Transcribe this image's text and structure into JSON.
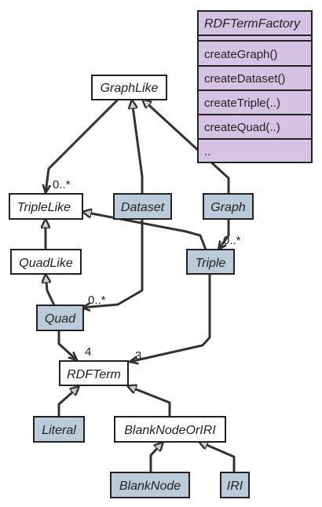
{
  "colors": {
    "class_fill": "#ffffff",
    "impl_fill": "#bccbd9",
    "factory_fill": "#d6c2e2",
    "border": "#222222",
    "edge": "#333333"
  },
  "nodes": {
    "graphlike": "GraphLike",
    "triplelike": "TripleLike",
    "dataset": "Dataset",
    "graph": "Graph",
    "quadlike": "QuadLike",
    "triple": "Triple",
    "quad": "Quad",
    "rdfterm": "RDFTerm",
    "literal": "Literal",
    "blanknodeoriri": "BlankNodeOrIRI",
    "blanknode": "BlankNode",
    "iri": "IRI"
  },
  "factory": {
    "title": "RDFTermFactory",
    "methods": [
      "createGraph()",
      "createDataset()",
      "createTriple(..)",
      "createQuad(..)",
      ".."
    ]
  },
  "multiplicities": {
    "graphlike_triplelike": "0..*",
    "graph_triple": "0..*",
    "dataset_quad": "0..*",
    "quad_rdfterm": "4",
    "triple_rdfterm": "3"
  }
}
